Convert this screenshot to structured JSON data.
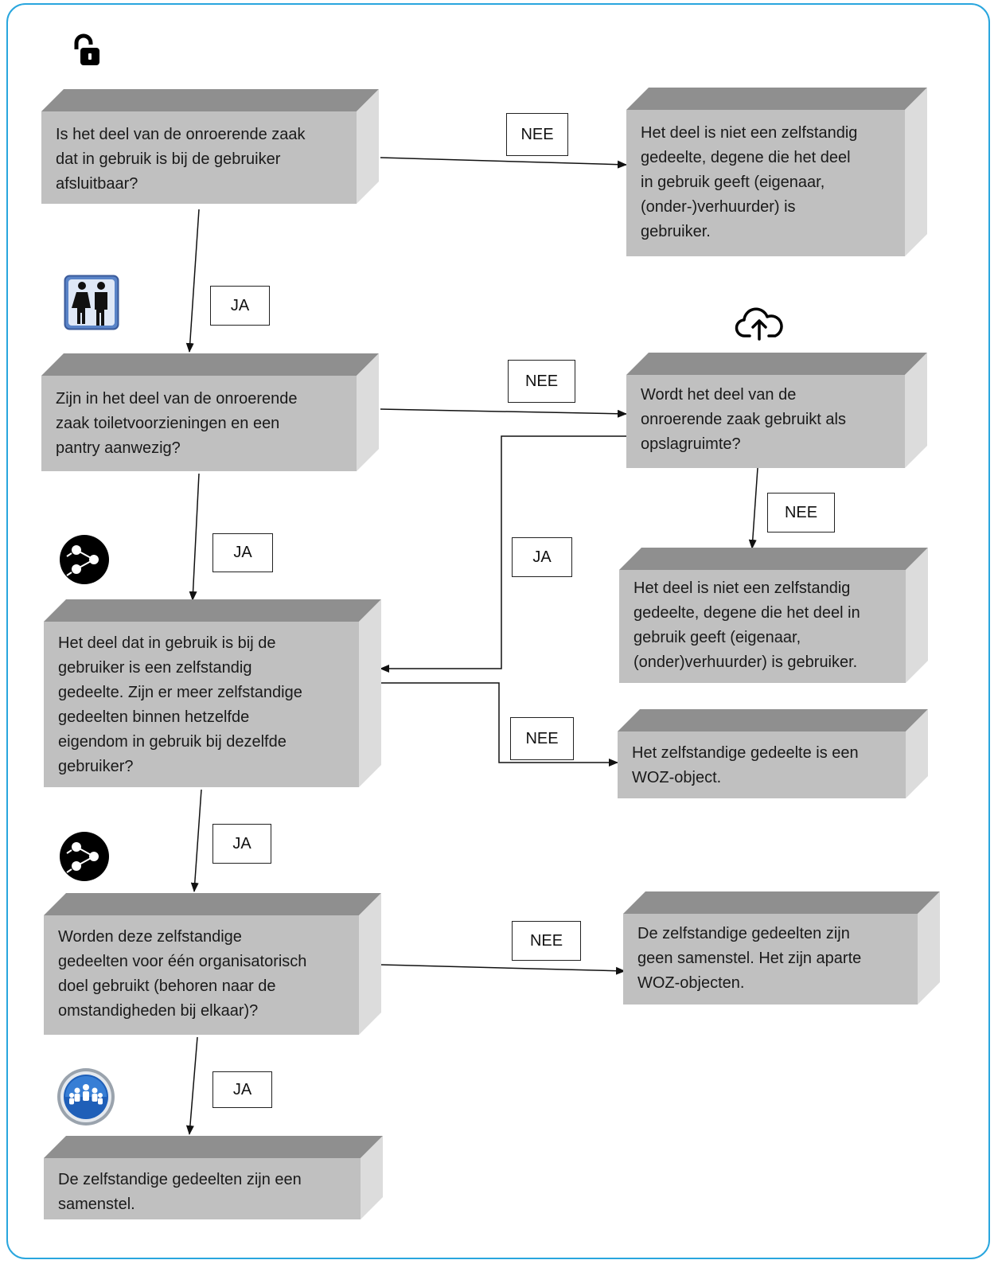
{
  "boxes": {
    "q1": "Is het deel van de onroerende zaak\ndat in gebruik is bij de gebruiker\nafsluitbaar?",
    "r1": "Het deel is niet een zelfstandig\ngedeelte, degene die het deel\nin gebruik geeft (eigenaar,\n(onder-)verhuurder) is\ngebruiker.",
    "q2": "Zijn in het deel van de onroerende\nzaak toiletvoorzieningen en een\npantry aanwezig?",
    "q3": "Wordt het deel van de\nonroerende zaak gebruikt als\nopslagruimte?",
    "r3": "Het deel is niet een zelfstandig\ngedeelte, degene die het deel in\ngebruik geeft (eigenaar,\n(onder)verhuurder) is gebruiker.",
    "q4": "Het deel dat in gebruik is bij de\ngebruiker is een zelfstandig\ngedeelte. Zijn er meer zelfstandige\ngedeelten binnen hetzelfde\neigendom in gebruik bij dezelfde\ngebruiker?",
    "r4": "Het zelfstandige gedeelte is een\nWOZ-object.",
    "q5": "Worden deze zelfstandige\ngedeelten voor één organisatorisch\ndoel gebruikt (behoren naar de\nomstandigheden bij elkaar)?",
    "r5": "De zelfstandige gedeelten zijn\ngeen samenstel. Het zijn aparte\nWOZ-objecten.",
    "r6": "De zelfstandige gedeelten zijn een\nsamenstel."
  },
  "labels": {
    "nee1": "NEE",
    "ja1": "JA",
    "nee2": "NEE",
    "ja2": "JA",
    "ja3": "JA",
    "nee3": "NEE",
    "nee4": "NEE",
    "ja4": "JA",
    "nee5": "NEE",
    "ja5": "JA"
  },
  "icons": [
    "unlock-icon",
    "restroom-icon",
    "cloud-upload-icon",
    "share-icon",
    "share-icon",
    "group-icon"
  ]
}
